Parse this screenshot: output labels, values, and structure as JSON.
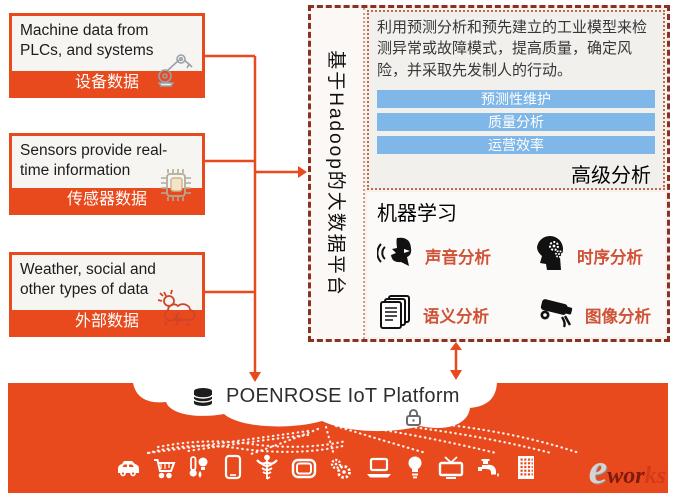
{
  "sources": [
    {
      "title": "Machine data from PLCs, and systems",
      "label": "设备数据",
      "icon": "robot-arm-icon"
    },
    {
      "title": "Sensors provide real-time information",
      "label": "传感器数据",
      "icon": "chip-icon"
    },
    {
      "title": "Weather, social and other types of data",
      "label": "外部数据",
      "icon": "weather-icon"
    }
  ],
  "platform_panel": {
    "vertical_label": "基于Hadoop的大数据平台",
    "analytics": {
      "description": "利用预测分析和预先建立的工业模型来检测异常或故障模式，提高质量，确定风险，并采取先发制人的行动。",
      "bars": [
        "预测性维护",
        "质量分析",
        "运营效率"
      ],
      "caption": "高级分析"
    },
    "machine_learning": {
      "title": "机器学习",
      "items": [
        {
          "label": "声音分析",
          "icon": "voice-analysis-icon"
        },
        {
          "label": "时序分析",
          "icon": "time-series-analysis-icon"
        },
        {
          "label": "语义分析",
          "icon": "semantic-analysis-icon"
        },
        {
          "label": "图像分析",
          "icon": "image-analysis-icon"
        }
      ]
    }
  },
  "iot_banner": {
    "title": "POENROSE IoT Platform",
    "icons": [
      "database-icon",
      "lock-icon",
      "car-icon",
      "shopping-cart-icon",
      "thermometer-icon",
      "mobile-phone-icon",
      "medical-icon",
      "display-icon",
      "gears-icon",
      "laptop-icon",
      "lightbulb-icon",
      "tv-icon",
      "faucet-icon",
      "building-icon"
    ]
  },
  "logo": {
    "e": "e",
    "wor": "wor",
    "ks": "ks"
  },
  "colors": {
    "accent": "#E8491D",
    "dashed_border": "#8a3124",
    "bar_blue": "#7fb7e8",
    "ml_label_red": "#cf5136"
  }
}
